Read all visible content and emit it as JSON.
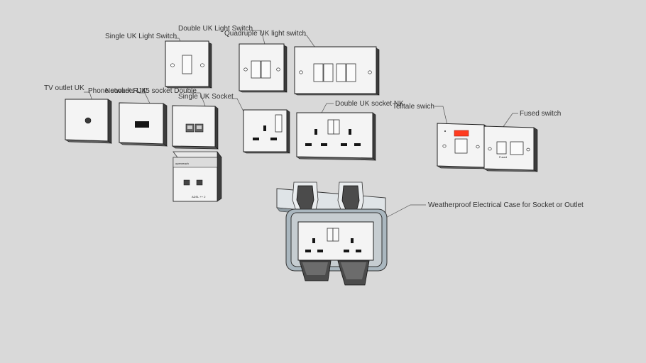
{
  "labels": {
    "single_light_switch": "Single UK Light Switch",
    "double_light_switch": "Double UK Light Switch",
    "quadruple_light_switch": "Quadruple UK light switch",
    "tv_outlet": "TV outlet UK",
    "phone_sockets": "Phone sockets UK",
    "network_rj45": "Network RJ45 socket Double",
    "single_socket": "Single UK Socket",
    "double_socket": "Double UK socket NK",
    "telltale_switch": "Telltale swich",
    "fused_switch": "Fused switch",
    "weatherproof_case": "Weatherproof Electrical Case for Socket or Outlet"
  },
  "device_text": {
    "network_box_top": "openreach",
    "network_box_bottom": "ADSL ++ 2",
    "fused_label": "Fused"
  },
  "colors": {
    "background": "#d9d9d9",
    "plate_face": "#f4f4f4",
    "plate_edge": "#3c3c3c",
    "indicator_red": "#ff3b1f",
    "case_grey": "#c6cdd1"
  }
}
